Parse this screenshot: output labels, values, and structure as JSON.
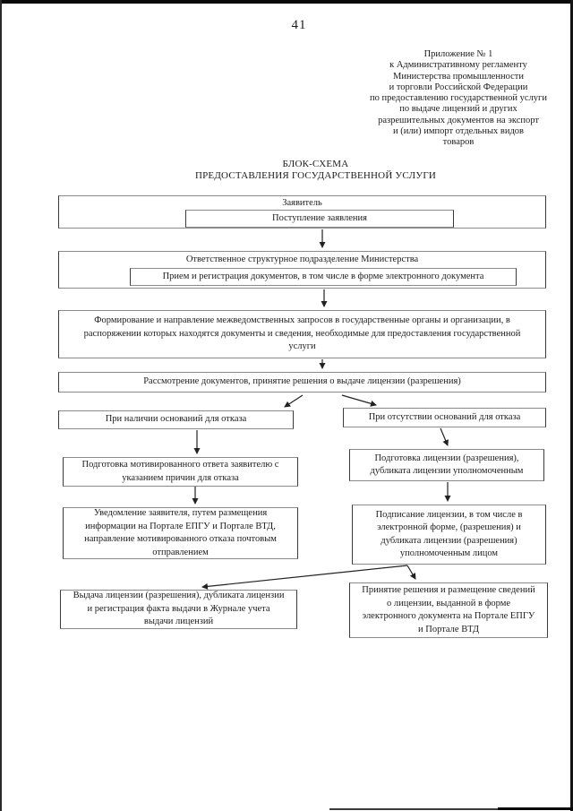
{
  "page": {
    "number": "41",
    "appendix_lines": [
      "Приложение № 1",
      "к Административному регламенту",
      "Министерства промышленности",
      "и торговли Российской Федерации",
      "по предоставлению государственной услуги",
      "по выдаче лицензий и других",
      "разрешительных документов на экспорт",
      "и (или) импорт отдельных видов",
      "товаров"
    ],
    "title_lines": [
      "БЛОК-СХЕМА",
      "ПРЕДОСТАВЛЕНИЯ ГОСУДАРСТВЕННОЙ УСЛУГИ"
    ]
  },
  "flowchart": {
    "applicant": {
      "title": "Заявитель",
      "inner": "Поступление заявления"
    },
    "department": {
      "title": "Ответственное структурное подразделение Министерства",
      "inner": "Прием и регистрация документов, в том числе в форме электронного документа"
    },
    "interagency": {
      "lines": [
        "Формирование и направление межведомственных запросов в государственные органы и организации, в",
        "распоряжении которых находятся документы и сведения, необходимые для предоставления государственной",
        "услуги"
      ]
    },
    "review": {
      "label": "Рассмотрение документов, принятие решения о выдаче лицензии (разрешения)"
    },
    "refusal_grounds_present": {
      "label": "При наличии оснований для отказа"
    },
    "refusal_grounds_absent": {
      "label": "При отсутствии оснований для отказа"
    },
    "motivated_refusal": {
      "lines": [
        "Подготовка мотивированного ответа заявителю с",
        "указанием причин для отказа"
      ]
    },
    "applicant_notification": {
      "lines": [
        "Уведомление заявителя, путем размещения",
        "информации на Портале ЕПГУ и Портале ВТД,",
        "направление мотивированного отказа почтовым",
        "отправлением"
      ]
    },
    "license_preparation": {
      "lines": [
        "Подготовка лицензии (разрешения),",
        "дубликата лицензии уполномоченным"
      ]
    },
    "license_signing": {
      "lines": [
        "Подписание лицензии, в том числе в",
        "электронной форме, (разрешения) и",
        "дубликата лицензии (разрешения)",
        "уполномоченным лицом"
      ]
    },
    "license_issuance": {
      "lines": [
        "Выдача лицензии (разрешения), дубликата лицензии",
        "и регистрация факта выдачи в Журнале учета",
        "выдачи лицензий"
      ]
    },
    "decision_publication": {
      "lines": [
        "Принятие решения и размещение сведений",
        "о лицензии, выданной в форме",
        "электронного документа на Портале ЕПГУ",
        "и Портале ВТД"
      ]
    }
  }
}
